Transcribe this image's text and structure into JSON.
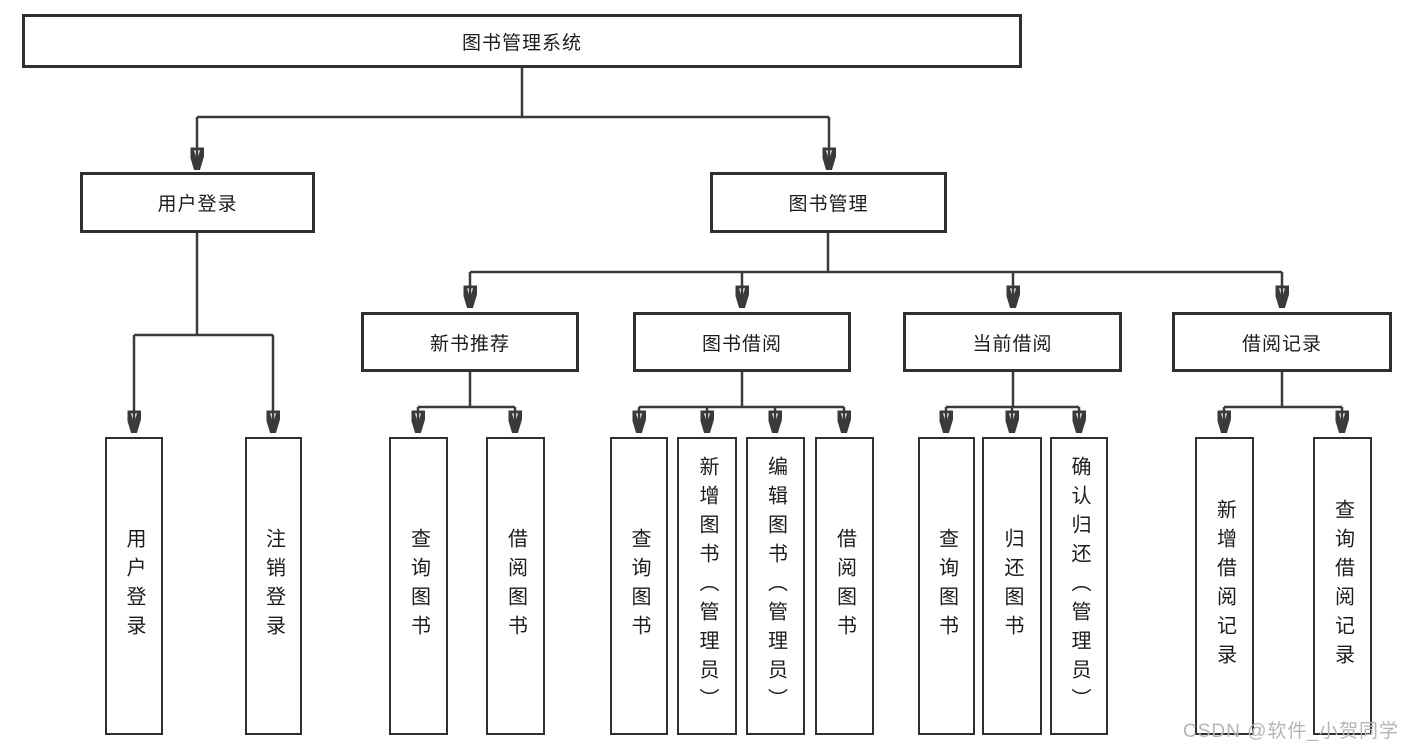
{
  "diagram": {
    "type": "tree",
    "root": {
      "label": "图书管理系统"
    },
    "branches": [
      {
        "label": "用户登录",
        "children": [
          {
            "label": "用户登录"
          },
          {
            "label": "注销登录"
          }
        ]
      },
      {
        "label": "图书管理",
        "children": [
          {
            "label": "新书推荐",
            "children": [
              {
                "label": "查询图书"
              },
              {
                "label": "借阅图书"
              }
            ]
          },
          {
            "label": "图书借阅",
            "children": [
              {
                "label": "查询图书"
              },
              {
                "label": "新增图书（管理员）"
              },
              {
                "label": "编辑图书（管理员）"
              },
              {
                "label": "借阅图书"
              }
            ]
          },
          {
            "label": "当前借阅",
            "children": [
              {
                "label": "查询图书"
              },
              {
                "label": "归还图书"
              },
              {
                "label": "确认归还（管理员）"
              }
            ]
          },
          {
            "label": "借阅记录",
            "children": [
              {
                "label": "新增借阅记录"
              },
              {
                "label": "查询借阅记录"
              }
            ]
          }
        ]
      }
    ]
  },
  "watermark": {
    "text": "CSDN @软件_小贺同学"
  },
  "colors": {
    "line": "#3a3a3a",
    "box_border": "#2f2f2f",
    "box_fill": "#ffffff",
    "text": "#1c1c1c",
    "background": "#ffffff",
    "watermark": "#b5b5b5"
  }
}
